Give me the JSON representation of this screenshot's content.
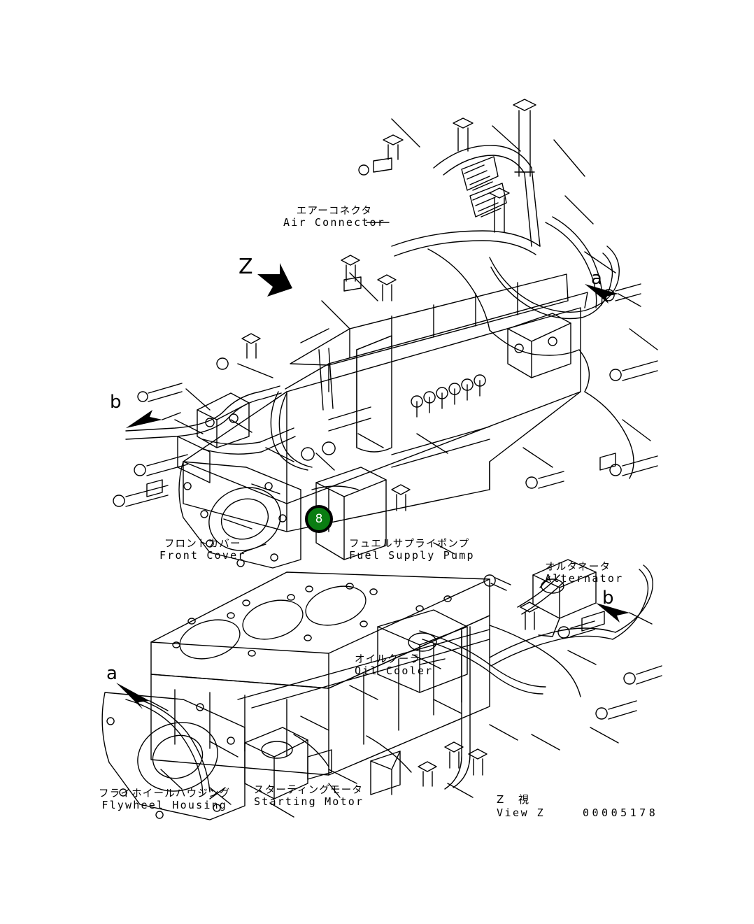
{
  "sheet": {
    "part_number": "00005178",
    "marker": {
      "number": "8",
      "color": "#0a7d12"
    }
  },
  "callouts": [
    {
      "name": "air-connector",
      "jp": "エアーコネクタ",
      "en": "Air Connector"
    },
    {
      "name": "front-cover",
      "jp": "フロントカバー",
      "en": "Front Cover"
    },
    {
      "name": "fuel-supply-pump",
      "jp": "フュエルサプライポンプ",
      "en": "Fuel Supply Pump"
    },
    {
      "name": "alternator",
      "jp": "オルタネータ",
      "en": "Alternator"
    },
    {
      "name": "oil-cooler",
      "jp": "オイルクーラ",
      "en": "Oil Cooler"
    },
    {
      "name": "flywheel-housing",
      "jp": "フライホイールハウジング",
      "en": "Flywheel Housing"
    },
    {
      "name": "starting-motor",
      "jp": "スターティングモータ",
      "en": "Starting Motor"
    }
  ],
  "view_caption": {
    "jp": "Z  視",
    "en": "View Z"
  },
  "view_arrow": {
    "label": "Z"
  },
  "section_refs": [
    {
      "name": "section-ref-a-upper",
      "label": "a"
    },
    {
      "name": "section-ref-b-upper",
      "label": "b"
    },
    {
      "name": "section-ref-a-lower",
      "label": "a"
    },
    {
      "name": "section-ref-b-lower",
      "label": "b"
    }
  ]
}
